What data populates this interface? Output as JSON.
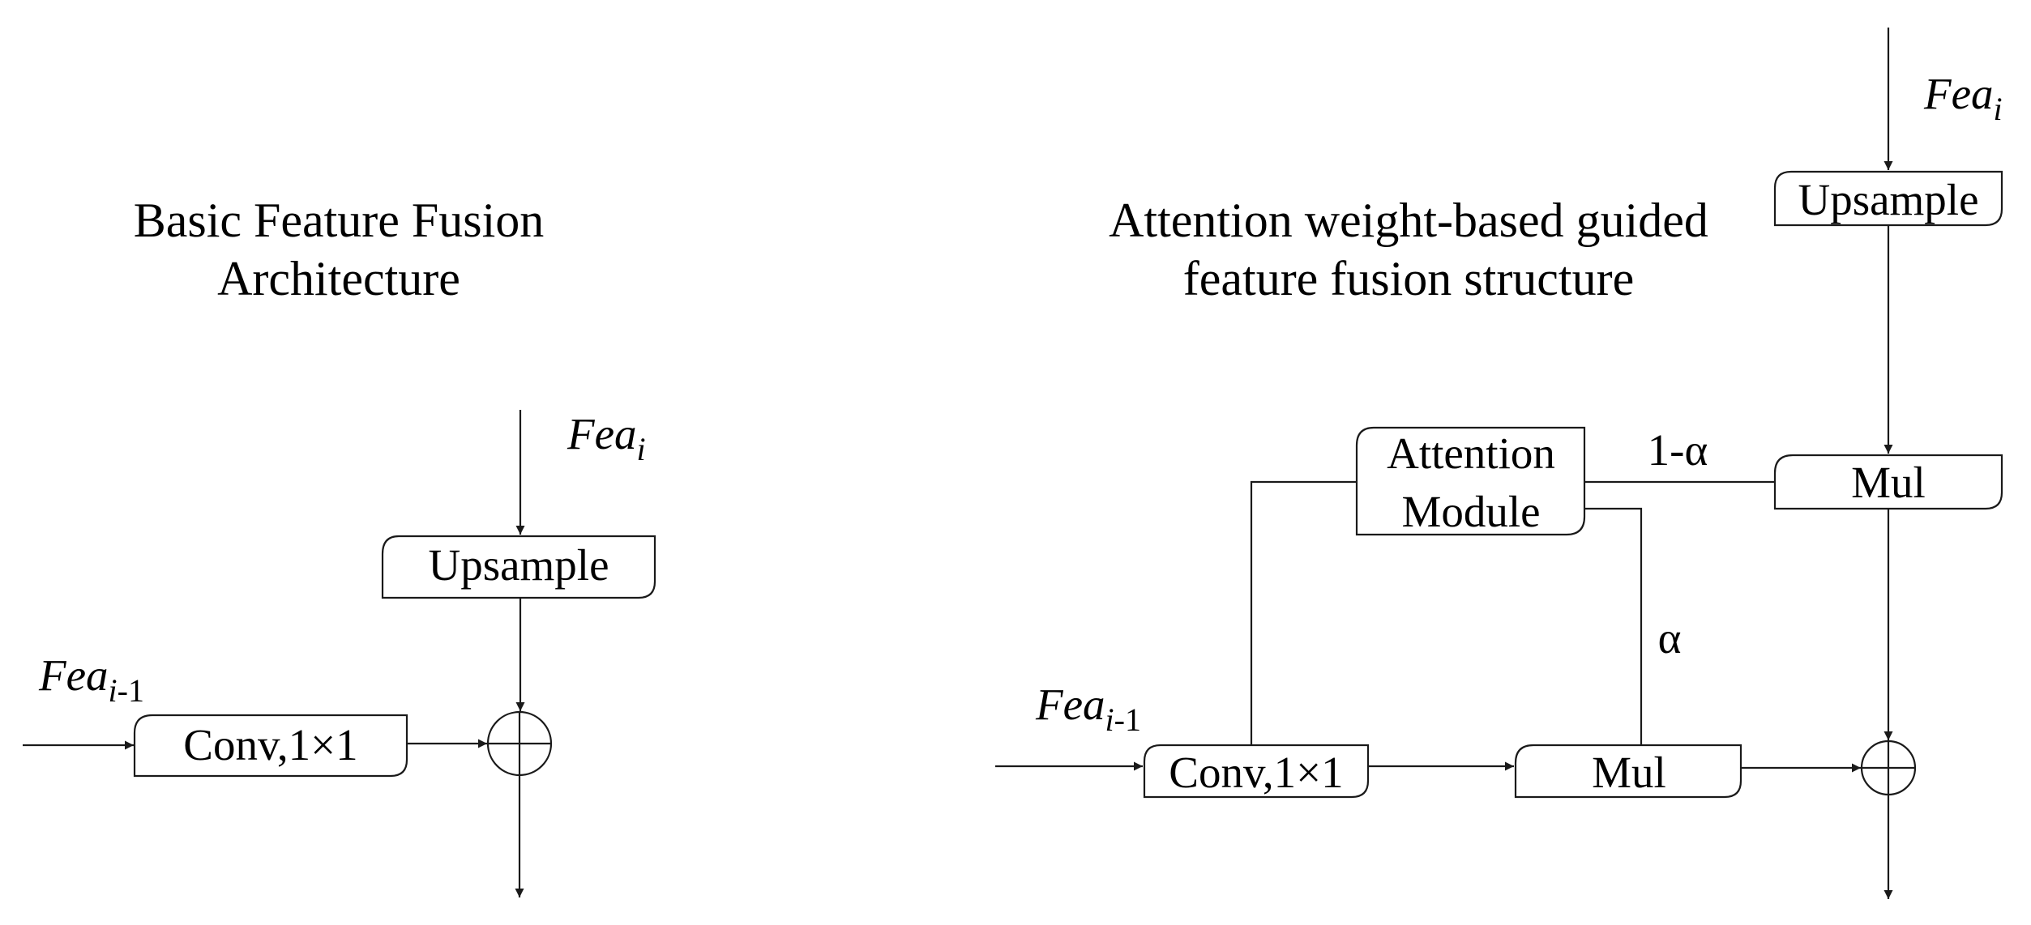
{
  "colors": {
    "stroke": "#1a1a1a",
    "background": "#ffffff",
    "text": "#000000"
  },
  "left": {
    "title_line1": "Basic Feature Fusion",
    "title_line2": "Architecture",
    "input_top": {
      "base": "Fea",
      "sub": "i"
    },
    "input_left": {
      "base": "Fea",
      "sub_i": "i",
      "sub_rest": "-1"
    },
    "upsample_label": "Upsample",
    "conv_label": "Conv,1×1",
    "sum_icon": "circle-plus-icon"
  },
  "right": {
    "title_line1": "Attention weight-based guided",
    "title_line2": "feature fusion structure",
    "input_top": {
      "base": "Fea",
      "sub": "i"
    },
    "input_left": {
      "base": "Fea",
      "sub_i": "i",
      "sub_rest": "-1"
    },
    "upsample_label": "Upsample",
    "attention_line1": "Attention",
    "attention_line2": "Module",
    "mul_top_label": "Mul",
    "mul_bottom_label": "Mul",
    "conv_label": "Conv,1×1",
    "one_minus_alpha": "1-α",
    "alpha": "α",
    "sum_icon": "circle-plus-icon"
  }
}
